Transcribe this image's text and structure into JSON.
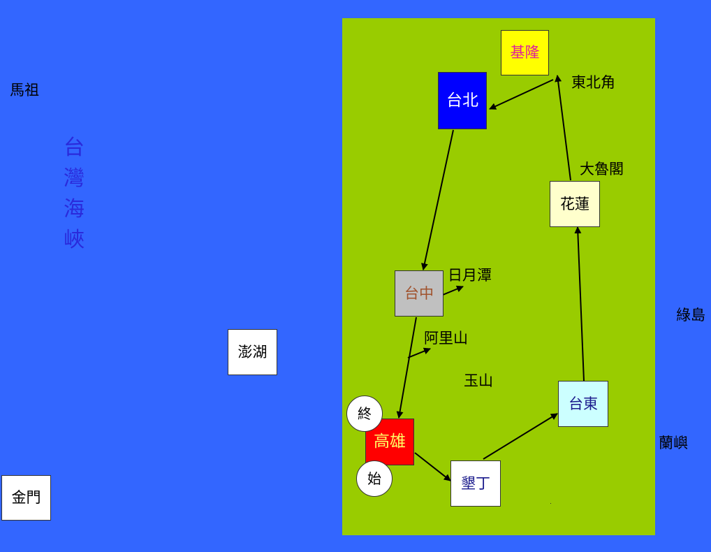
{
  "strait": {
    "label": "台灣海峽",
    "color": "#2a2adb"
  },
  "stops": {
    "keelung": {
      "label": "基隆",
      "fill": "#ffff00",
      "text": "#e0209a"
    },
    "taipei": {
      "label": "台北",
      "fill": "#0000ff",
      "text": "#ffffff"
    },
    "taichung": {
      "label": "台中",
      "fill": "#c0c0c0",
      "text": "#a0522d"
    },
    "kaohsiung": {
      "label": "高雄",
      "fill": "#ff0000",
      "text": "#ffff66"
    },
    "kenting": {
      "label": "墾丁",
      "fill": "#ffffff",
      "text": "#1a1a8c"
    },
    "taitung": {
      "label": "台東",
      "fill": "#ccffff",
      "text": "#1a1a8c"
    },
    "hualien": {
      "label": "花蓮",
      "fill": "#ffffcc",
      "text": "#000000"
    },
    "penghu": {
      "label": "澎湖",
      "fill": "#ffffff",
      "text": "#000000"
    },
    "kinmen": {
      "label": "金門",
      "fill": "#ffffff",
      "text": "#000000"
    }
  },
  "places": {
    "matsu": "馬祖",
    "dongbeijiao": "東北角",
    "taroko": "大魯閣",
    "sunmoonlake": "日月潭",
    "alishan": "阿里山",
    "yushan": "玉山",
    "greenisland": "綠島",
    "orchidisland": "蘭嶼"
  },
  "markers": {
    "end": "終",
    "start": "始"
  },
  "colors": {
    "sea": "#3366ff",
    "land": "#99cc00",
    "arrow": "#000000"
  }
}
